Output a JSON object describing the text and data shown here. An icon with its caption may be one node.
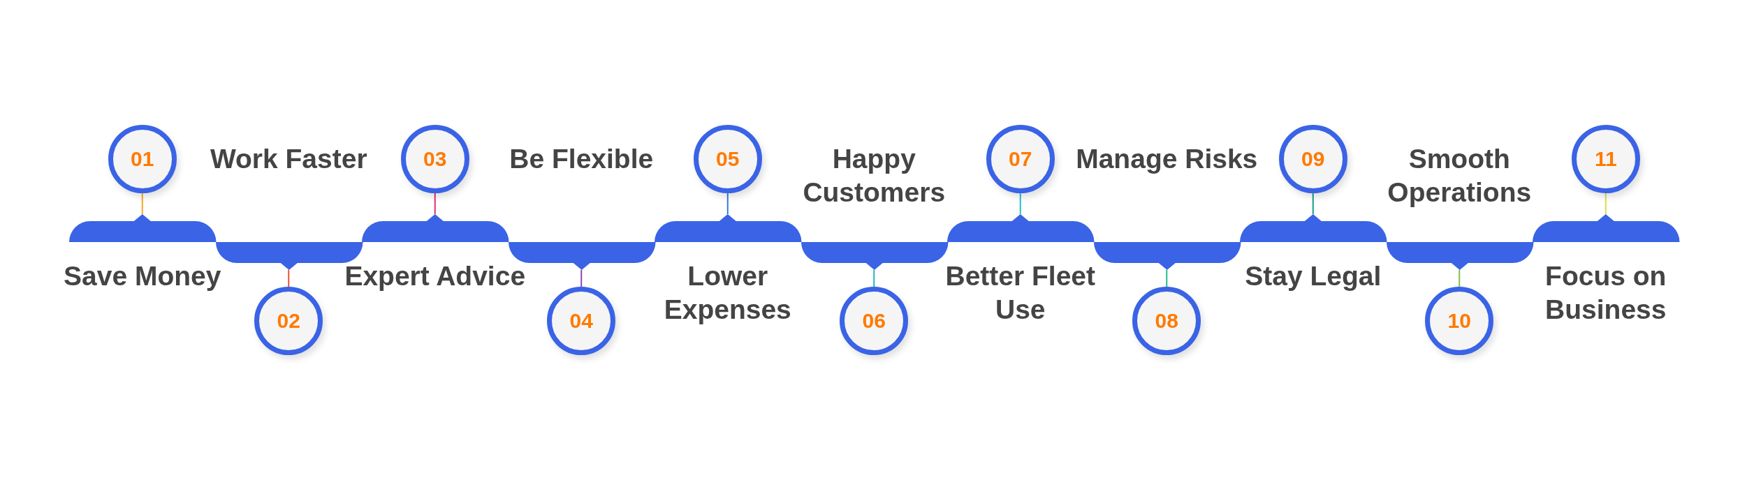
{
  "diagram": {
    "nodes": [
      {
        "text": [
          "01"
        ]
      },
      {
        "text": [
          "Save Money"
        ]
      },
      {
        "text": [
          "02"
        ]
      },
      {
        "text": [
          "Work Faster"
        ]
      },
      {
        "text": [
          "03"
        ]
      },
      {
        "text": [
          "Expert Advice"
        ]
      },
      {
        "text": [
          "04"
        ]
      },
      {
        "text": [
          "Be Flexible"
        ]
      },
      {
        "text": [
          "05"
        ]
      },
      {
        "text": [
          "Lower Expenses"
        ]
      },
      {
        "text": [
          "06"
        ]
      },
      {
        "text": [
          "Happy Customers"
        ]
      },
      {
        "text": [
          "07"
        ]
      },
      {
        "text": [
          "Better Fleet Use"
        ]
      },
      {
        "text": [
          "08"
        ]
      },
      {
        "text": [
          "Manage Risks"
        ]
      },
      {
        "text": [
          "09"
        ]
      },
      {
        "text": [
          "Stay Legal"
        ]
      },
      {
        "text": [
          "10"
        ]
      },
      {
        "text": [
          "Smooth Operations"
        ]
      },
      {
        "text": [
          "11"
        ]
      },
      {
        "text": [
          "Focus on Business"
        ]
      }
    ],
    "edges": [
      {
        "from": 0,
        "to": 1,
        "arrow": "none",
        "color": "#f5a623"
      },
      {
        "from": 2,
        "to": 3,
        "arrow": "none",
        "color": "#f04e37"
      },
      {
        "from": 4,
        "to": 5,
        "arrow": "none",
        "color": "#e0306e"
      },
      {
        "from": 6,
        "to": 7,
        "arrow": "none",
        "color": "#8e44ad"
      },
      {
        "from": 8,
        "to": 9,
        "arrow": "none",
        "color": "#2f7fd8"
      },
      {
        "from": 10,
        "to": 11,
        "arrow": "none",
        "color": "#1fb5c9"
      },
      {
        "from": 12,
        "to": 13,
        "arrow": "none",
        "color": "#1fc0d0"
      },
      {
        "from": 14,
        "to": 15,
        "arrow": "none",
        "color": "#1fbf8f"
      },
      {
        "from": 16,
        "to": 17,
        "arrow": "none",
        "color": "#16a085"
      },
      {
        "from": 18,
        "to": 19,
        "arrow": "none",
        "color": "#7cc243"
      },
      {
        "from": 20,
        "to": 21,
        "arrow": "none",
        "color": "#d4e04a"
      }
    ]
  }
}
